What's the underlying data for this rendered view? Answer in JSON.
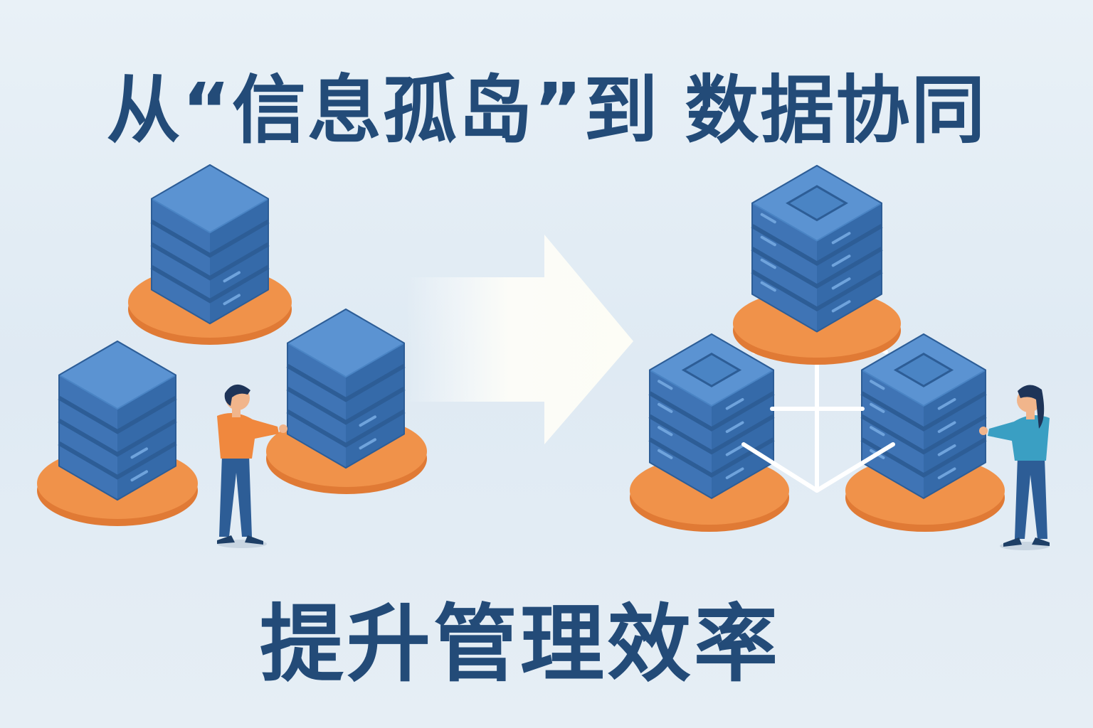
{
  "title": {
    "part1": "从“信息孤岛”到",
    "part2": "数据协同"
  },
  "subtitle": "提升管理效率",
  "colors": {
    "text": "#234b78",
    "server": "#4a84c4",
    "server_dark": "#2d5d96",
    "platform": "#f0924a",
    "connector": "#ffffff"
  },
  "left_group": {
    "label_icon": "isolated-servers",
    "server_count": 3
  },
  "right_group": {
    "label_icon": "connected-servers",
    "server_count": 3
  },
  "arrow_icon": "right-arrow"
}
